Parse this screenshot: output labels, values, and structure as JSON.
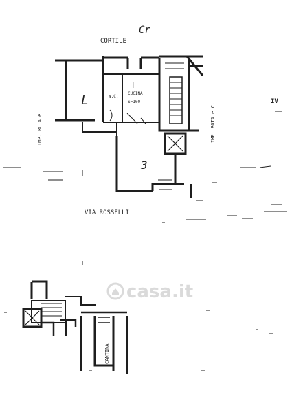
{
  "labels": {
    "courtyard": "CORTILE",
    "signature": "Cr",
    "room_letter": "L",
    "wc": "W.C.",
    "kitchen": "CUCINA",
    "kitchen_area": "S=100",
    "kitchen_marker": "T",
    "neighbor_left": "IMP. ROTA e",
    "neighbor_right": "IMP. ROTA e C.",
    "floor_mark": "IV",
    "street": "VIA ROSSELLI",
    "room_number": "3",
    "cellar": "CANTINA"
  },
  "watermark": {
    "text": "casa.it",
    "icon": "casa-logo-icon"
  },
  "colors": {
    "ink": "#1e1e1e",
    "paper": "#ffffff",
    "watermark": "#d4d4d4"
  }
}
